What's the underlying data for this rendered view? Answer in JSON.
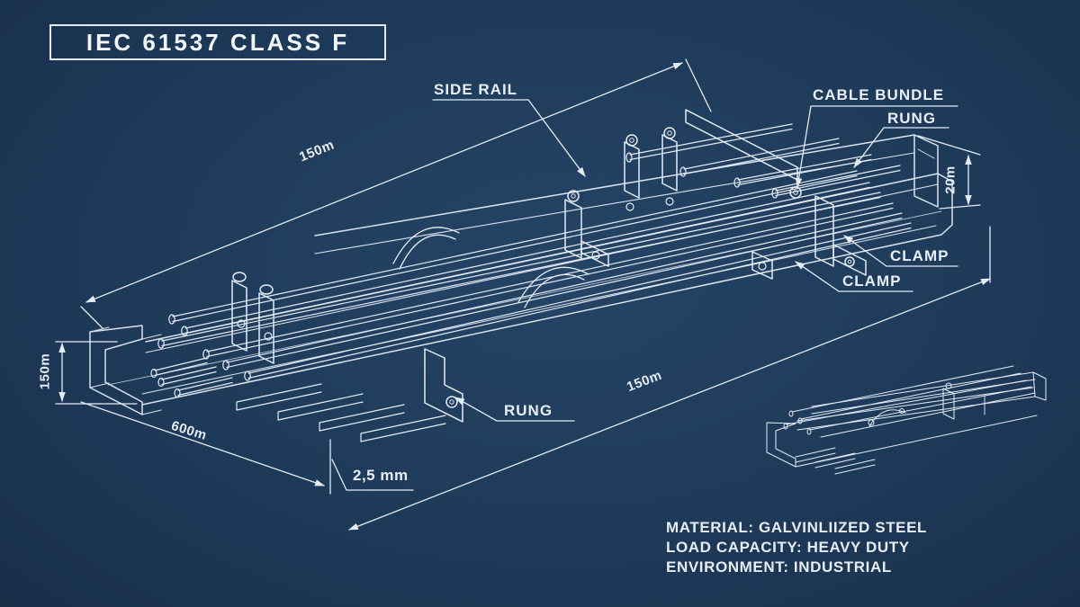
{
  "title": "IEC 61537 CLASS F",
  "palette": {
    "background": "#1e3a58",
    "line": "#e6edf6",
    "text": "#eef3fa"
  },
  "callouts": {
    "side_rail": "SIDE RAIL",
    "cable_bundle": "CABLE BUNDLE",
    "rung_top": "RUNG",
    "clamp_upper": "CLAMP",
    "clamp_lower": "CLAMP",
    "rung_bottom": "RUNG"
  },
  "dimensions": {
    "top_length": "150m",
    "end_height": "20m",
    "left_height": "150m",
    "width": "600m",
    "bottom_length": "150m",
    "thickness": "2,5 mm"
  },
  "specs": {
    "material": "MATERIAL: GALVINLIIZED STEEL",
    "load_capacity": "LOAD CAPACITY: HEAVY DUTY",
    "environment": "ENVIRONMENT: INDUSTRIAL"
  }
}
